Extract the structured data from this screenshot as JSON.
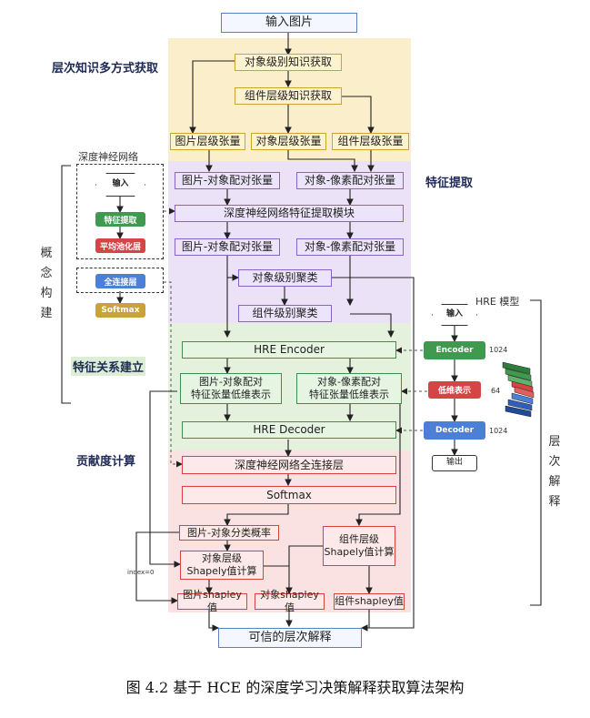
{
  "sections": {
    "multi_knowledge": "层次知识多方式获取",
    "feature_extraction": "特征提取",
    "feature_relation": "特征关系建立",
    "contribution": "贡献度计算"
  },
  "nodes": {
    "input_image": "输入图片",
    "object_knowledge": "对象级别知识获取",
    "component_knowledge": "组件层级知识获取",
    "image_tensor": "图片层级张量",
    "object_tensor": "对象层级张量",
    "component_tensor": "组件层级张量",
    "img_obj_pair_1": "图片-对象配对张量",
    "obj_pix_pair_1": "对象-像素配对张量",
    "dnn_extract": "深度神经网络特征提取模块",
    "img_obj_pair_2": "图片-对象配对张量",
    "obj_pix_pair_2": "对象-像素配对张量",
    "object_cluster": "对象级别聚类",
    "component_cluster": "组件级别聚类",
    "hre_encoder": "HRE Encoder",
    "img_obj_lowdim": "图片-对象配对\n特征张量低维表示",
    "obj_pix_lowdim": "对象-像素配对\n特征张量低维表示",
    "hre_decoder": "HRE Decoder",
    "dnn_fc": "深度神经网络全连接层",
    "softmax": "Softmax",
    "img_obj_prob": "图片-对象分类概率",
    "object_shapely": "对象层级\nShapely值计算",
    "component_shapely": "组件层级\nShapely值计算",
    "img_shapley": "图片shapley值",
    "obj_shapley": "对象shapley值",
    "comp_shapley": "组件shapley值",
    "trusted": "可信的层次解释"
  },
  "concept_net": {
    "title": "深度神经网络",
    "input": "输入",
    "feat": "特征提取",
    "pool": "平均池化层",
    "fc": "全连接层",
    "softmax": "Softmax",
    "side_label": "概念构建"
  },
  "hre_model": {
    "title": "HRE 模型",
    "input": "输入",
    "encoder": "Encoder",
    "lowdim": "低维表示",
    "decoder": "Decoder",
    "output": "输出",
    "dim_enc": "1024",
    "dim_low": "64",
    "dim_dec": "1024",
    "side_label": "层次解释"
  },
  "index_label": "index=0",
  "caption": "图 4.2 基于 HCE 的深度学习决策解释获取算法架构"
}
